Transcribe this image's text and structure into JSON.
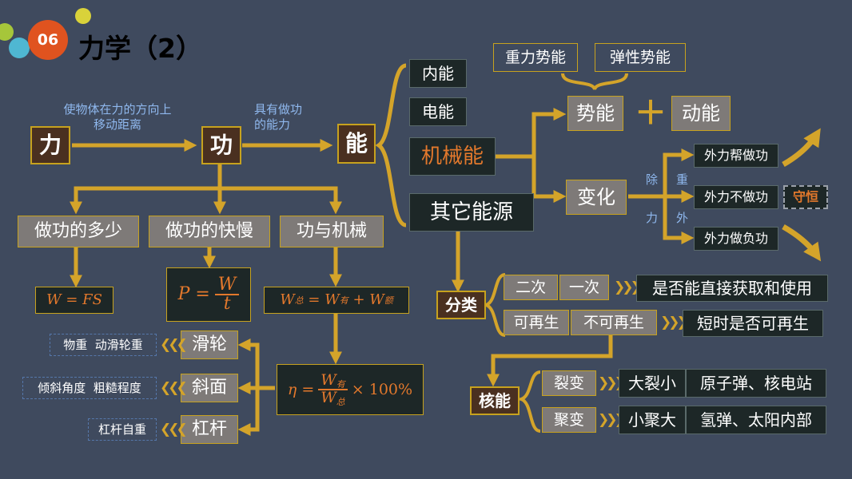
{
  "header": {
    "badge": "06",
    "title": "力学（2）"
  },
  "labels": {
    "force_def_line1": "使物体在力的方向上",
    "force_def_line2": "移动距离",
    "work_def_line1": "具有做功",
    "work_def_line2": "的能力",
    "except_gravity_top_left": "除",
    "except_gravity_top_right": "重",
    "except_gravity_bottom_left": "力",
    "except_gravity_bottom_right": "外"
  },
  "nodes": {
    "force": "力",
    "work": "功",
    "energy": "能",
    "internal_energy": "内能",
    "electric_energy": "电能",
    "mechanical_energy": "机械能",
    "other_energy": "其它能源",
    "gravitational_pe": "重力势能",
    "elastic_pe": "弹性势能",
    "potential_energy": "势能",
    "plus": "＋",
    "kinetic_energy": "动能",
    "change": "变化",
    "ext_positive": "外力帮做功",
    "ext_none": "外力不做功",
    "conserved": "守恒",
    "ext_negative": "外力做负功",
    "amount_of_work": "做功的多少",
    "rate_of_work": "做功的快慢",
    "work_and_machine": "功与机械",
    "pulley": "滑轮",
    "incline": "斜面",
    "lever": "杠杆",
    "pulley_factors": "物重  动滑轮重",
    "incline_factors": "倾斜角度  粗糙程度",
    "lever_factors": "杠杆自重",
    "classification": "分类",
    "secondary": "二次",
    "primary": "一次",
    "direct_obtain": "是否能直接获取和使用",
    "renewable": "可再生",
    "nonrenewable": "不可再生",
    "renew_short_time": "短时是否可再生",
    "nuclear_energy": "核能",
    "fission": "裂变",
    "fission_size": "大裂小",
    "fission_apps": "原子弹、核电站",
    "fusion": "聚变",
    "fusion_size": "小聚大",
    "fusion_apps": "氢弹、太阳内部"
  },
  "formulas": {
    "work_lhs": "W",
    "work_rhs": "= FS",
    "power_lhs": "P =",
    "power_num": "W",
    "power_den": "t",
    "total_W": "W",
    "total_sub": "总",
    "equals": " = ",
    "useful_W": "W",
    "useful_sub": "有",
    "plus": " + ",
    "extra_W": "W",
    "extra_sub": "额",
    "eff_lhs": "η =",
    "eff_num": "W",
    "eff_num_sub": "有",
    "eff_den": "W",
    "eff_den_sub": "总",
    "eff_rhs": "× 100%"
  },
  "colors": {
    "background": "#3f4a5e",
    "arrow": "#d4a42a",
    "accent_orange": "#e2782c",
    "badge": "#e0531f",
    "label_blue": "#8fb8ee"
  }
}
